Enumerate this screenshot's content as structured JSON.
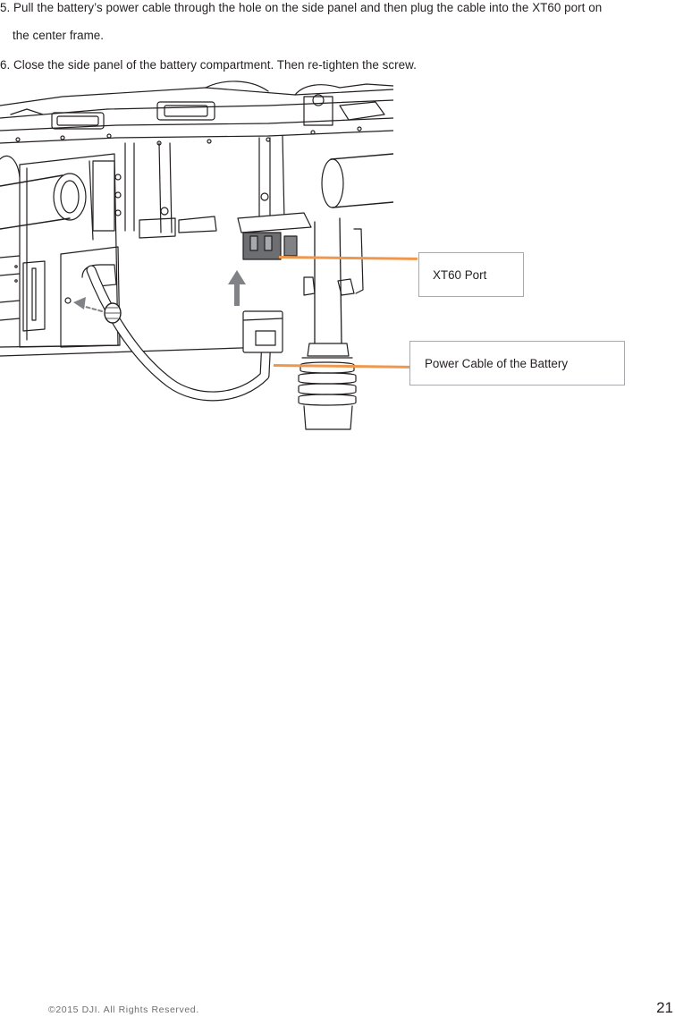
{
  "instructions": {
    "step5_line1": "5. Pull the battery’s power cable through the hole on the side panel and then plug the cable into the XT60 port on",
    "step5_line2": "the center frame.",
    "step6": "6. Close the side panel of the battery compartment. Then re-tighten the screw."
  },
  "callouts": {
    "xt60": "XT60 Port",
    "power_cable": "Power Cable of the Battery"
  },
  "footer": {
    "copyright": "©2015  DJI.  All  Rights  Reserved.",
    "page_number": "21"
  },
  "colors": {
    "leader_line": "#f0974e",
    "callout_border": "#a7a9ac",
    "arrow": "#808285",
    "line_art": "#231f20"
  }
}
